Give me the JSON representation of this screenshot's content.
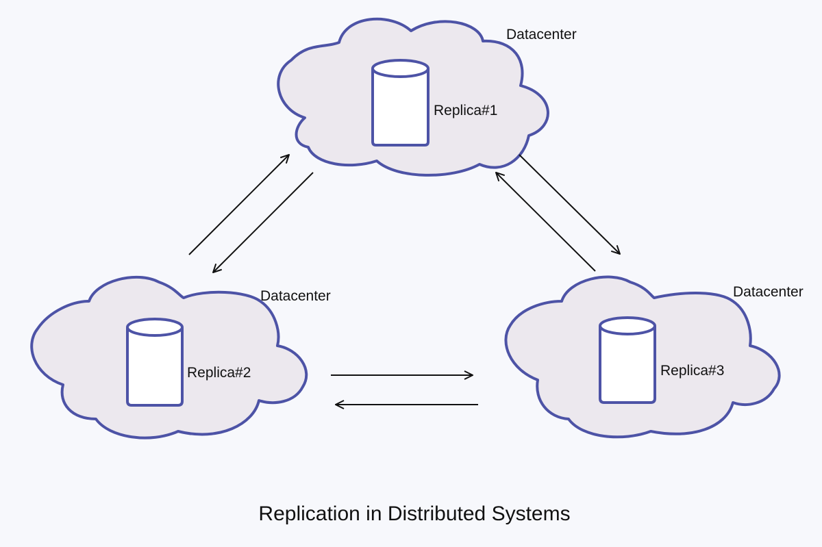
{
  "diagram": {
    "title": "Replication in Distributed Systems",
    "nodes": [
      {
        "id": "replica1",
        "datacenter_label": "Datacenter",
        "replica_label": "Replica#1"
      },
      {
        "id": "replica2",
        "datacenter_label": "Datacenter",
        "replica_label": "Replica#2"
      },
      {
        "id": "replica3",
        "datacenter_label": "Datacenter",
        "replica_label": "Replica#3"
      }
    ],
    "edges": [
      {
        "from": "replica2",
        "to": "replica1"
      },
      {
        "from": "replica1",
        "to": "replica2"
      },
      {
        "from": "replica1",
        "to": "replica3"
      },
      {
        "from": "replica3",
        "to": "replica1"
      },
      {
        "from": "replica2",
        "to": "replica3"
      },
      {
        "from": "replica3",
        "to": "replica2"
      }
    ],
    "colors": {
      "background": "#f7f8fc",
      "cloud_fill": "#ece8ee",
      "outline": "#4d53a6",
      "cylinder_fill": "#ffffff",
      "arrow": "#111111"
    }
  }
}
